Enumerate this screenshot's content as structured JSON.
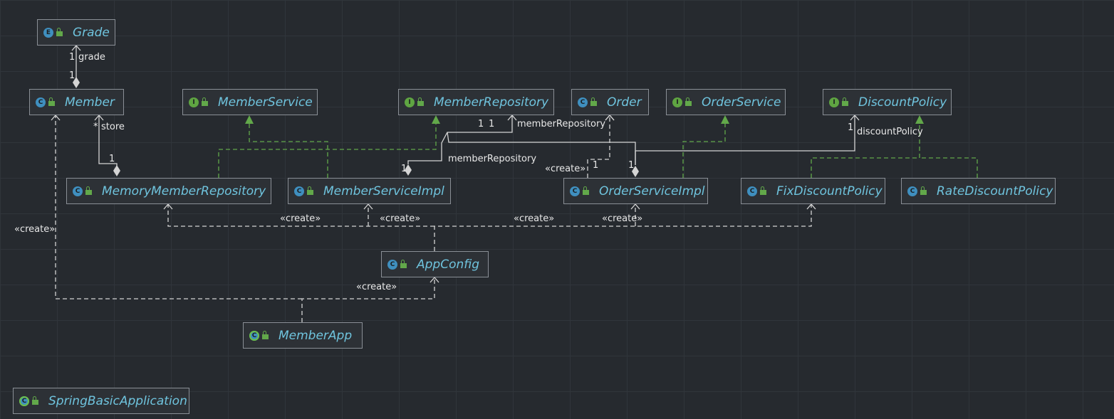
{
  "nodes": {
    "grade": {
      "name": "Grade",
      "kind": "enum"
    },
    "member": {
      "name": "Member",
      "kind": "class"
    },
    "member_service": {
      "name": "MemberService",
      "kind": "interface"
    },
    "member_repository": {
      "name": "MemberRepository",
      "kind": "interface"
    },
    "order": {
      "name": "Order",
      "kind": "class"
    },
    "order_service": {
      "name": "OrderService",
      "kind": "interface"
    },
    "discount_policy": {
      "name": "DiscountPolicy",
      "kind": "interface"
    },
    "memory_member_repository": {
      "name": "MemoryMemberRepository",
      "kind": "class"
    },
    "member_service_impl": {
      "name": "MemberServiceImpl",
      "kind": "class"
    },
    "order_service_impl": {
      "name": "OrderServiceImpl",
      "kind": "class"
    },
    "fix_discount_policy": {
      "name": "FixDiscountPolicy",
      "kind": "class"
    },
    "rate_discount_policy": {
      "name": "RateDiscountPolicy",
      "kind": "class"
    },
    "app_config": {
      "name": "AppConfig",
      "kind": "class"
    },
    "member_app": {
      "name": "MemberApp",
      "kind": "main-class"
    },
    "spring_basic_application": {
      "name": "SpringBasicApplication",
      "kind": "main-class"
    }
  },
  "edge_labels": {
    "grade_role": "grade",
    "grade_mult_target": "1",
    "grade_mult_source": "1",
    "store_role": "store",
    "store_mult_target": "*",
    "store_mult_source": "1",
    "repo_mult_a": "1",
    "repo_mult_b": "1",
    "repo_role_order": "memberRepository",
    "repo_role_member": "memberRepository",
    "repo_mult_member_src": "1",
    "repo_mult_order_src": "1",
    "order_dep_mult": "1",
    "discount_mult": "1",
    "discount_role": "discountPolicy",
    "create_member": "«create»",
    "create_memory_repo": "«create»",
    "create_member_service_impl": "«create»",
    "create_fix_discount": "«create»",
    "create_order_service_impl": "«create»",
    "create_order_from_impl": "«create»",
    "create_app_config": "«create»"
  },
  "badge_letters": {
    "class": "C",
    "interface": "I",
    "enum": "E",
    "main": "C"
  },
  "colors": {
    "background": "#262a2f",
    "grid": "#30353b",
    "node_fill": "#2d3136",
    "node_border": "#8a8f96",
    "node_text": "#6fc4de",
    "association": "#d4d4d4",
    "realization": "#62a84a",
    "dependency": "#d4d4d4"
  }
}
